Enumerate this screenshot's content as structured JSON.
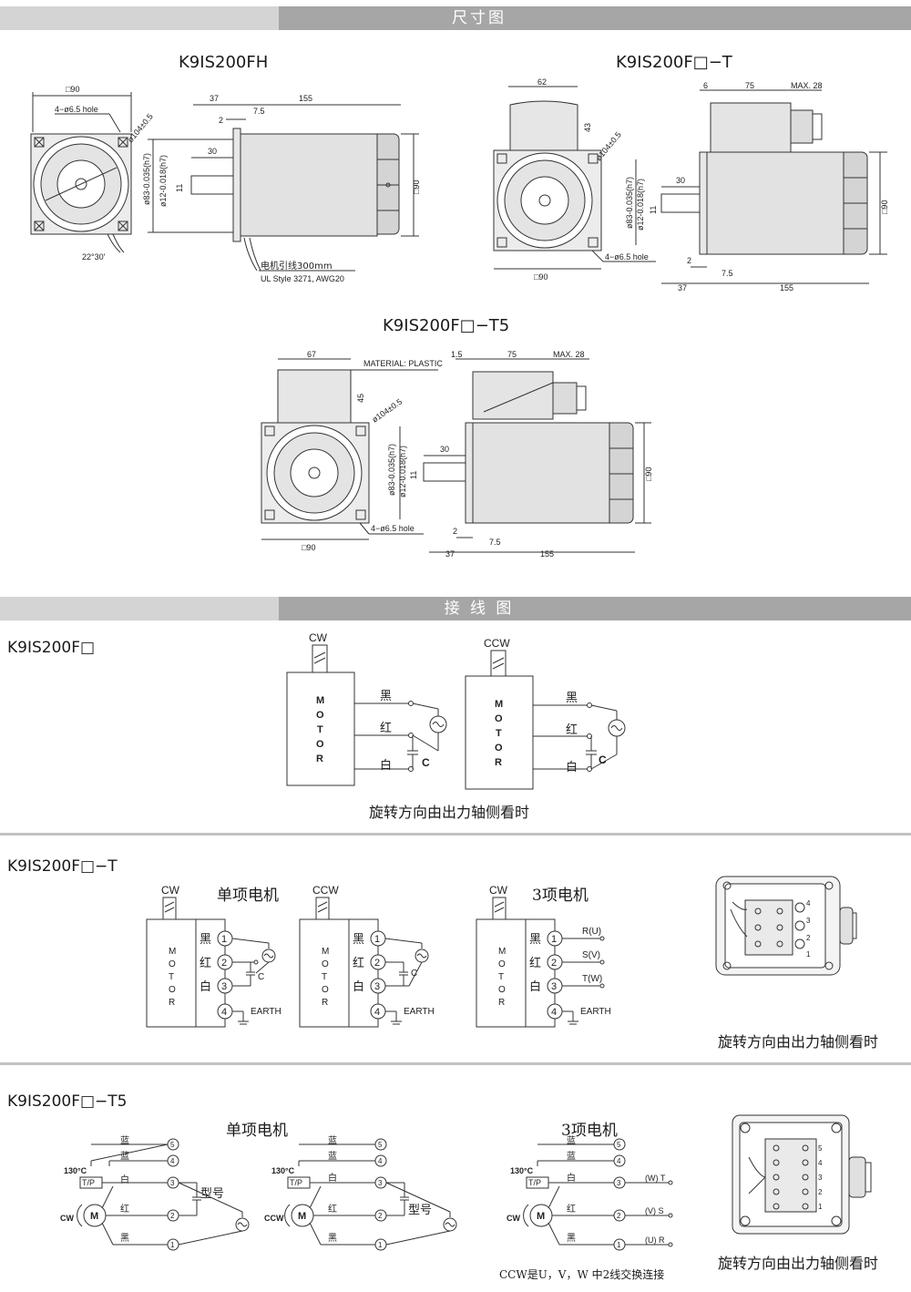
{
  "sections": {
    "dimensions_title": "尺寸图",
    "wiring_title": "接 线 图"
  },
  "dimension_drawings": {
    "fh": {
      "title": "K9IS200FH",
      "sq90": "□90",
      "hole": "4−ø6.5 hole",
      "pcd": "ø104±0.5",
      "d83": "ø83-0.035(h7)",
      "d12": "ø12-0.018(h7)",
      "angle": "22°30'",
      "l37": "37",
      "l155": "155",
      "l75s": "7.5",
      "l2": "2",
      "l30": "30",
      "l11": "11",
      "side90": "□90",
      "lead1": "电机引线300mm",
      "lead2": "UL Style 3271, AWG20"
    },
    "ft": {
      "title": "K9IS200F□−T",
      "w62": "62",
      "h43": "43",
      "pcd": "ø104±0.5",
      "d83": "ø83-0.035(h7)",
      "d12": "ø12-0.018(h7)",
      "sq90": "□90",
      "hole": "4−ø6.5 hole",
      "l6": "6",
      "l75": "75",
      "max28": "MAX. 28",
      "l30": "30",
      "l11": "11",
      "side90": "□90",
      "l2": "2",
      "l75s": "7.5",
      "l37": "37",
      "l155": "155"
    },
    "ft5": {
      "title": "K9IS200F□−T5",
      "w67": "67",
      "material": "MATERIAL: PLASTIC",
      "h45": "45",
      "pcd": "ø104±0.5",
      "d83": "ø83-0.035(h7)",
      "d12": "ø12-0.018(h7)",
      "sq90": "□90",
      "hole": "4−ø6.5 hole",
      "l15": "1.5",
      "l75": "75",
      "max28": "MAX. 28",
      "l30": "30",
      "l11": "11",
      "side90": "□90",
      "l2": "2",
      "l75s": "7.5",
      "l37": "37",
      "l155": "155"
    }
  },
  "wiring_f": {
    "section_label": "K9IS200F□",
    "cw": "CW",
    "ccw": "CCW",
    "motor": [
      "M",
      "O",
      "T",
      "O",
      "R"
    ],
    "black": "黑",
    "red": "红",
    "white": "白",
    "cap": "C",
    "caption": "旋转方向由出力轴侧看时"
  },
  "wiring_t": {
    "section_label": "K9IS200F□−T",
    "single": "单项电机",
    "three": "3项电机",
    "cw": "CW",
    "ccw": "CCW",
    "motor": [
      "M",
      "O",
      "T",
      "O",
      "R"
    ],
    "black": "黑",
    "red": "红",
    "white": "白",
    "cap": "C",
    "n1": "1",
    "n2": "2",
    "n3": "3",
    "n4": "4",
    "earth": "EARTH",
    "ru": "R(U)",
    "sv": "S(V)",
    "tw": "T(W)",
    "caption": "旋转方向由出力轴侧看时"
  },
  "wiring_t5": {
    "section_label": "K9IS200F□−T5",
    "single": "单项电机",
    "three": "3项电机",
    "blue": "蓝",
    "white": "白",
    "red": "红",
    "black": "黑",
    "temp": "130°C",
    "tp": "T/P",
    "cw": "CW",
    "ccw": "CCW",
    "m": "M",
    "n1": "1",
    "n2": "2",
    "n3": "3",
    "n4": "4",
    "n5": "5",
    "model": "型号",
    "wt": "(W) T",
    "vs": "(V) S",
    "ur": "(U) R",
    "note": "CCW是U，V，W   中2线交换连接",
    "caption": "旋转方向由出力轴侧看时"
  }
}
